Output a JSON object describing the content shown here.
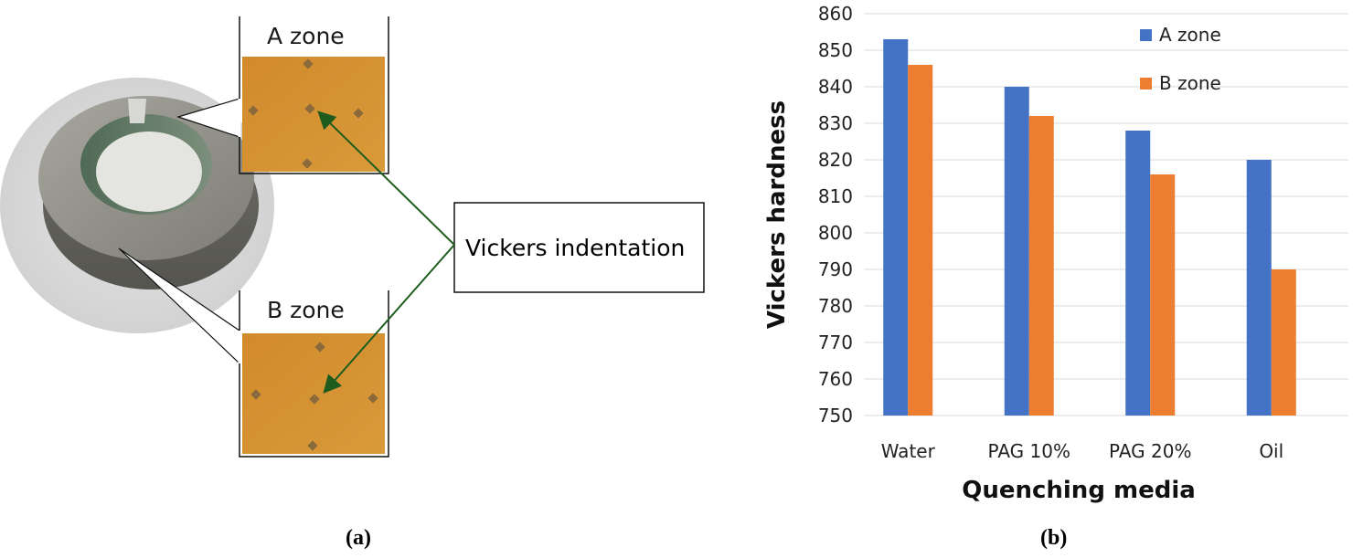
{
  "figure_a": {
    "zone_a_label": "A zone",
    "zone_b_label": "B zone",
    "callout_label": "Vickers indentation",
    "panel_label": "(a)"
  },
  "figure_b": {
    "panel_label": "(b)"
  },
  "colors": {
    "series_a": "#4472C4",
    "series_b": "#ED7D31",
    "micrograph": "#D4922E",
    "arrow": "#1E5C1E",
    "grid": "#D9D9D9"
  },
  "chart_data": {
    "type": "bar",
    "categories": [
      "Water",
      "PAG 10%",
      "PAG 20%",
      "Oil"
    ],
    "series": [
      {
        "name": "A zone",
        "values": [
          853,
          840,
          828,
          820
        ]
      },
      {
        "name": "B zone",
        "values": [
          846,
          832,
          816,
          790
        ]
      }
    ],
    "xlabel": "Quenching media",
    "ylabel": "Vickers hardness",
    "ylim": [
      750,
      860
    ],
    "yticks": [
      750,
      760,
      770,
      780,
      790,
      800,
      810,
      820,
      830,
      840,
      850,
      860
    ],
    "grid": true,
    "legend_position": "top-right"
  }
}
